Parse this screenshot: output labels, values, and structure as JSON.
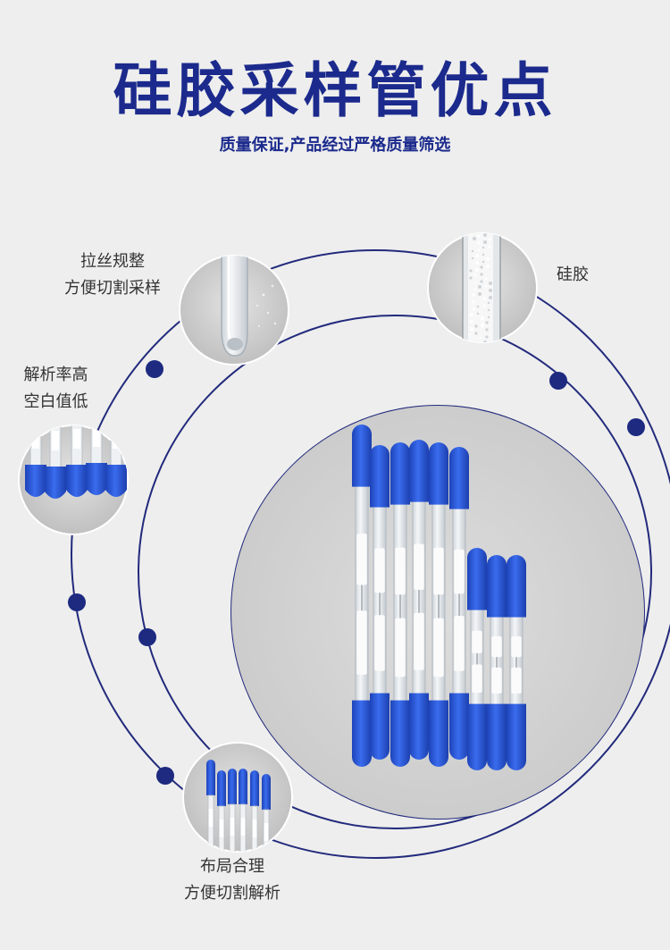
{
  "page": {
    "title": "硅胶采样管优点",
    "subtitle": "质量保证,产品经过严格质量筛选"
  },
  "features": [
    {
      "id": "pull-wire",
      "line1": "拉丝规整",
      "line2": "方便切割采样"
    },
    {
      "id": "silica",
      "line1": "硅胶",
      "line2": ""
    },
    {
      "id": "resolution",
      "line1": "解析率高",
      "line2": "空白值低"
    },
    {
      "id": "layout",
      "line1": "布局合理",
      "line2": "方便切割解析"
    }
  ],
  "colors": {
    "background": "#eeeeee",
    "title": "#1b2a8c",
    "ring": "#222a7c",
    "dot": "#1d2a80",
    "cap": "#2655d4",
    "label": "#333333"
  },
  "icons": {
    "main": "product-photo-sampling-tubes",
    "pull_wire": "glass-tube-tip-icon",
    "silica": "silica-gel-closeup-icon",
    "resolution": "blue-caps-row-icon",
    "layout": "tubes-arrangement-icon"
  }
}
